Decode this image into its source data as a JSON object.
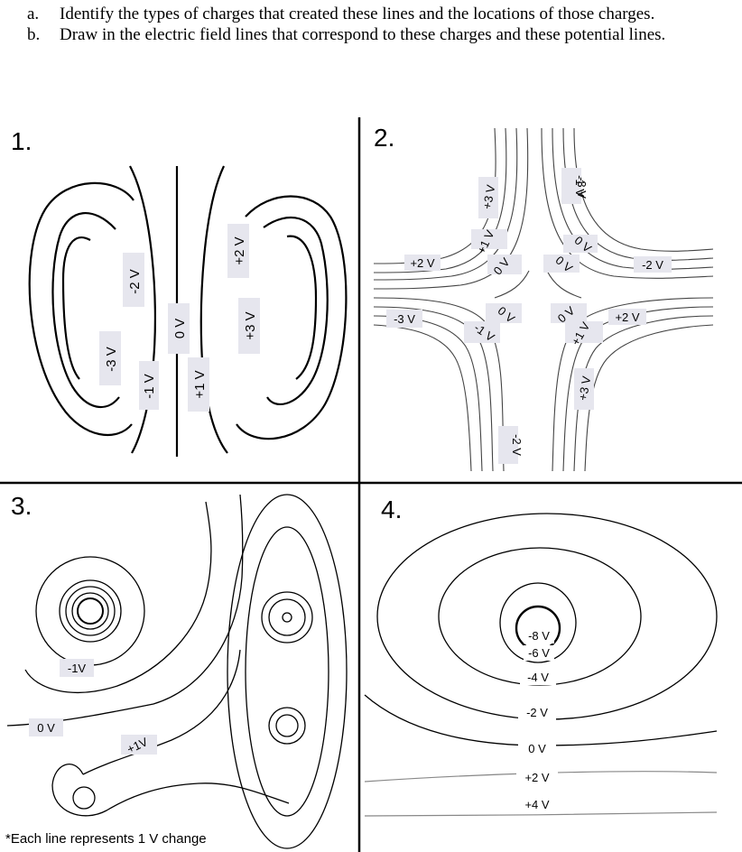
{
  "instructions": [
    {
      "letter": "a.",
      "text": "Identify the types of charges that created these lines and the locations of those charges."
    },
    {
      "letter": "b.",
      "text": "Draw in the electric field lines that correspond to these charges and these potential lines."
    }
  ],
  "panels": [
    {
      "number": "1.",
      "labels": [
        "-3 V",
        "-2 V",
        "-1 V",
        "0 V",
        "+1 V",
        "+2 V",
        "+3 V"
      ]
    },
    {
      "number": "2.",
      "labels": [
        "+3 V",
        "+1 V",
        "0 V",
        "-3 V",
        "-1 V",
        "0 V",
        "+2 V",
        "0 V",
        "-2 V",
        "-3 V",
        "0 V",
        "-1 V",
        "0 V",
        "+1 V",
        "+2 V",
        "+3 V",
        "-2 V"
      ]
    },
    {
      "number": "3.",
      "labels": [
        "-1V",
        "0 V",
        "+1V"
      ]
    },
    {
      "number": "4.",
      "labels": [
        "-8 V",
        "-6 V",
        "-4 V",
        "-2 V",
        "0 V",
        "+2 V",
        "+4 V"
      ]
    }
  ],
  "footnote": "*Each line represents 1 V change"
}
